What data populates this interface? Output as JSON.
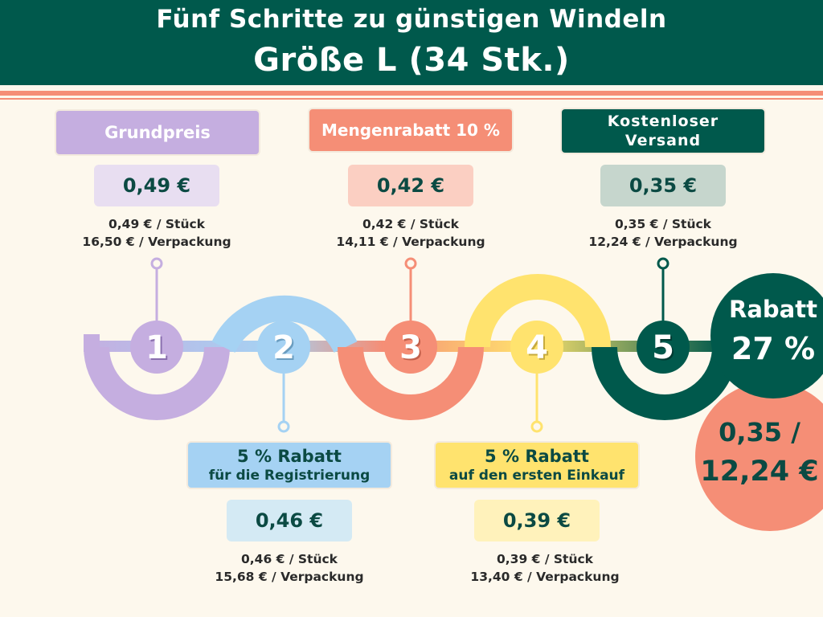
{
  "header": {
    "title": "Fünf Schritte zu günstigen Windeln",
    "subtitle": "Größe L (34 Stk.)"
  },
  "steps": [
    {
      "number": "1",
      "label": "Grundpreis",
      "price": "0,49 €",
      "per_piece": "0,49 € / Stück",
      "per_pack": "16,50 € / Verpackung",
      "color": "#c5aee0"
    },
    {
      "number": "2",
      "label": "5 % Rabatt",
      "label_sub": "für die Registrierung",
      "price": "0,46 €",
      "per_piece": "0,46 € / Stück",
      "per_pack": "15,68 € / Verpackung",
      "color": "#a5d2f3"
    },
    {
      "number": "3",
      "label": "Mengenrabatt 10 %",
      "price": "0,42 €",
      "per_piece": "0,42 € / Stück",
      "per_pack": "14,11 € / Verpackung",
      "color": "#f58e76"
    },
    {
      "number": "4",
      "label": "5 % Rabatt",
      "label_sub": "auf den ersten Einkauf",
      "price": "0,39 €",
      "per_piece": "0,39 € / Stück",
      "per_pack": "13,40 € / Verpackung",
      "color": "#ffe36e"
    },
    {
      "number": "5",
      "label": "Kostenloser",
      "label_sub": "Versand",
      "price": "0,35 €",
      "per_piece": "0,35 € / Stück",
      "per_pack": "12,24 € / Verpackung",
      "color": "#00594c"
    }
  ],
  "summary": {
    "discount_label": "Rabatt",
    "discount_value": "27 %",
    "final_piece": "0,35 /",
    "final_pack": "12,24 €"
  },
  "colors": {
    "header": "#00594c",
    "background": "#fdf8ed",
    "accent": "#f58e76"
  }
}
